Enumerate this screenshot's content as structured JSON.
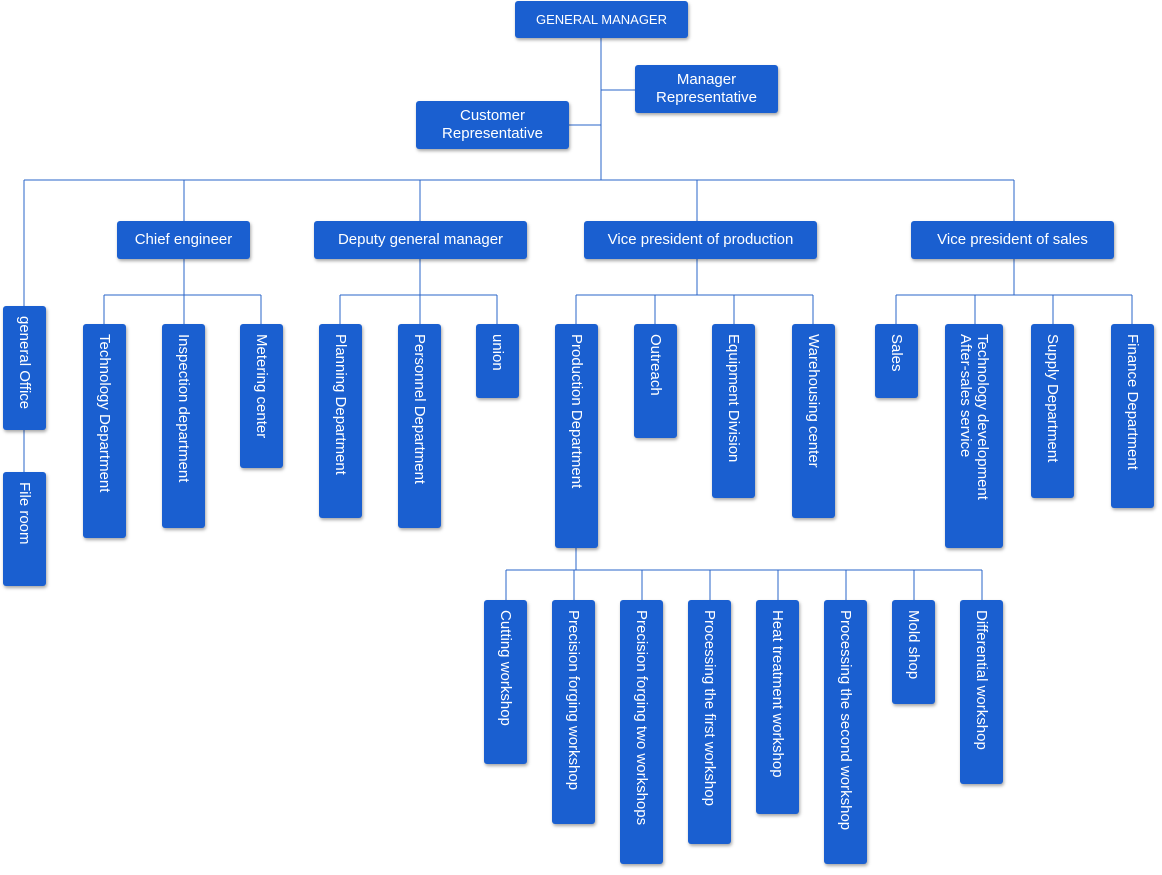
{
  "nodes": {
    "general_manager": "GENERAL MANAGER",
    "manager_rep": "Manager Representative",
    "customer_rep": "Customer Representative",
    "chief_engineer": "Chief engineer",
    "deputy_gm": "Deputy general manager",
    "vp_production": "Vice president of production",
    "vp_sales": "Vice president of sales",
    "general_office": "general Office",
    "file_room": "File room",
    "technology_dept": "Technology Department",
    "inspection_dept": "Inspection department",
    "metering_center": "Metering center",
    "planning_dept": "Planning Department",
    "personnel_dept": "Personnel Department",
    "union": "union",
    "production_dept": "Production Department",
    "outreach": "Outreach",
    "equipment_division": "Equipment Division",
    "warehousing_center": "Warehousing center",
    "sales": "Sales",
    "tech_dev_after_sales": "Technology development\nAfter-sales service",
    "supply_dept": "Supply Department",
    "finance_dept": "Finance Department",
    "cutting_workshop": "Cutting workshop",
    "precision_forging_workshop": "Precision forging workshop",
    "precision_forging_two": "Precision forging two workshops",
    "processing_first": "Processing the first workshop",
    "heat_treatment": "Heat treatment workshop",
    "processing_second": "Processing the second workshop",
    "mold_shop": "Mold shop",
    "differential_workshop": "Differential workshop"
  },
  "colors": {
    "box": "#1a5fd0",
    "line": "#2a64c8",
    "text": "#ffffff"
  }
}
